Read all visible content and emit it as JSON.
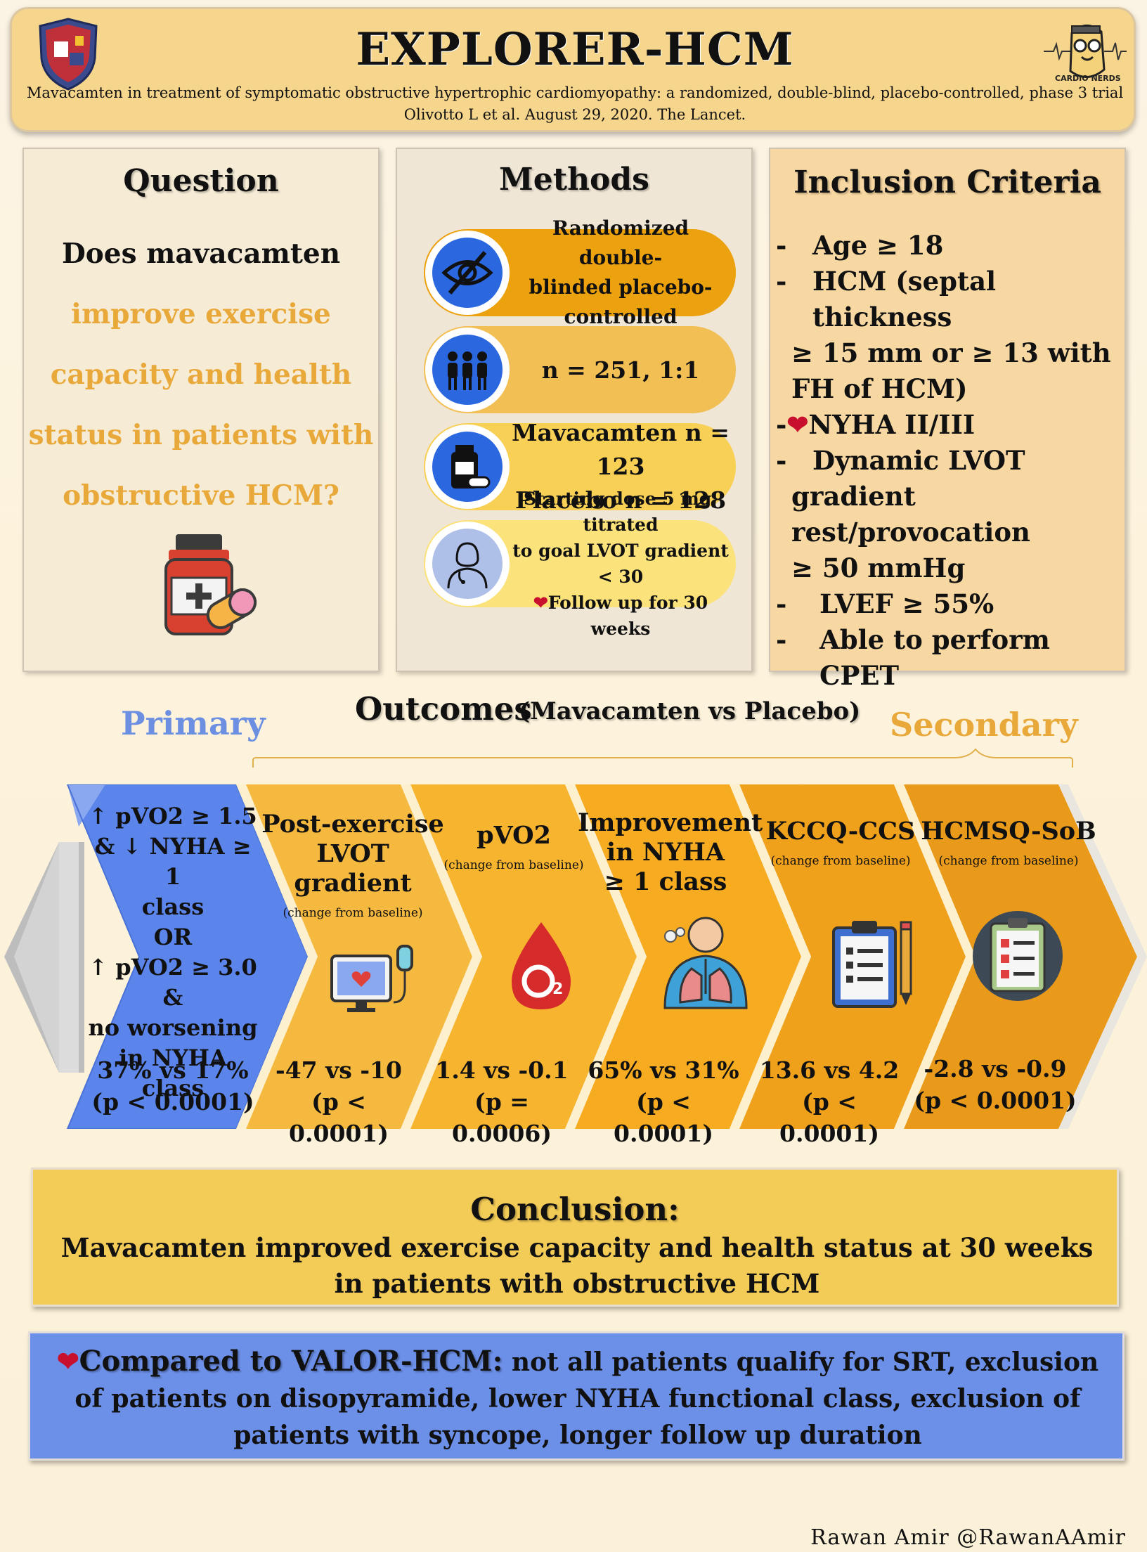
{
  "header": {
    "title": "EXPLORER-HCM",
    "subtitle": "Mavacamten in treatment of symptomatic obstructive hypertrophic cardiomyopathy: a randomized, double-blind, placebo-controlled, phase 3 trial",
    "citation": "Olivotto L et al. August 29, 2020. The Lancet.",
    "mascot_text": "CARDIO NERDS"
  },
  "question": {
    "title": "Question",
    "lines": [
      "Does mavacamten",
      "improve exercise",
      "capacity and health",
      "status in patients with",
      "obstructive HCM?"
    ],
    "icon": "medicine-bottle-icon"
  },
  "methods": {
    "title": "Methods",
    "items": [
      {
        "icon": "eye-slash-icon",
        "lines": [
          "Randomized double-",
          "blinded placebo-",
          "controlled"
        ]
      },
      {
        "icon": "people-icon",
        "lines": [
          "n = 251, 1:1"
        ]
      },
      {
        "icon": "medication-icon",
        "lines": [
          "Mavacamten n = 123",
          "Placebo n = 128"
        ]
      },
      {
        "icon": "doctor-icon",
        "lines": [
          "Starting dose 5 mg, titrated",
          "to goal LVOT gradient < 30",
          "Follow up for 30 weeks"
        ]
      }
    ]
  },
  "inclusion": {
    "title": "Inclusion Criteria",
    "items": [
      {
        "dash": "-",
        "lines": [
          "Age  ≥ 18"
        ]
      },
      {
        "dash": "-",
        "lines": [
          "HCM (septal thickness",
          "≥ 15 mm or ≥ 13 with",
          "FH of  HCM)"
        ]
      },
      {
        "dash": "-",
        "lines": [
          "NYHA II/III"
        ],
        "heart": true
      },
      {
        "dash": "-",
        "lines": [
          "Dynamic LVOT",
          "gradient rest/provocation",
          "≥ 50 mmHg"
        ]
      },
      {
        "dash": "-",
        "lines": [
          "LVEF ≥ 55%"
        ]
      },
      {
        "dash": "-",
        "lines": [
          "Able to perform CPET"
        ]
      }
    ]
  },
  "outcomes": {
    "title": "Outcomes",
    "subtitle": "(Mavacamten vs Placebo)",
    "primary_label": "Primary",
    "secondary_label": "Secondary",
    "primary": {
      "lines": [
        "↑ pVO2 ≥ 1.5",
        "& ↓ NYHA ≥ 1",
        "class",
        "OR",
        "↑ pVO2 ≥ 3.0 &",
        "no worsening",
        "in NYHA",
        "class"
      ],
      "result": "37% vs 17%",
      "p": "(p <  0.0001)"
    },
    "secondary": [
      {
        "title": [
          "Post-exercise",
          "LVOT",
          "gradient"
        ],
        "note": "(change from baseline)",
        "icon": "monitor-heart-icon",
        "result": "-47 vs -10",
        "p": "(p <  0.0001)"
      },
      {
        "title": [
          "pVO2"
        ],
        "note": "(change from baseline)",
        "icon": "oxygen-drop-icon",
        "result": "1.4 vs -0.1",
        "p": "(p = 0.0006)"
      },
      {
        "title": [
          "Improvement",
          "in NYHA",
          "≥ 1 class"
        ],
        "note": "",
        "icon": "lungs-person-icon",
        "result": "65% vs 31%",
        "p": "(p <  0.0001)"
      },
      {
        "title": [
          "KCCQ-CCS"
        ],
        "note": "(change from baseline)",
        "icon": "clipboard-icon",
        "result": "13.6 vs 4.2",
        "p": "(p <  0.0001)"
      },
      {
        "title": [
          "HCMSQ-SoB"
        ],
        "note": "(change from baseline)",
        "icon": "checklist-icon",
        "result": "-2.8 vs -0.9",
        "p": "(p <  0.0001)"
      }
    ]
  },
  "conclusion": {
    "title": "Conclusion:",
    "text": "Mavacamten improved exercise capacity and health status at 30 weeks in patients with obstructive HCM"
  },
  "compare": {
    "lead": "Compared to VALOR-HCM:",
    "text": "not all patients qualify for SRT, exclusion of patients on disopyramide, lower NYHA functional class, exclusion of patients with syncope, longer follow up duration"
  },
  "footer": "Rawan Amir @RawanAAmir",
  "colors": {
    "header_bg": "#f6d58c",
    "primary_blue": "#5b85ea",
    "gold": "#e9a93a",
    "conclusion_bg": "#f3cb57",
    "compare_bg": "#6c8fe8"
  }
}
